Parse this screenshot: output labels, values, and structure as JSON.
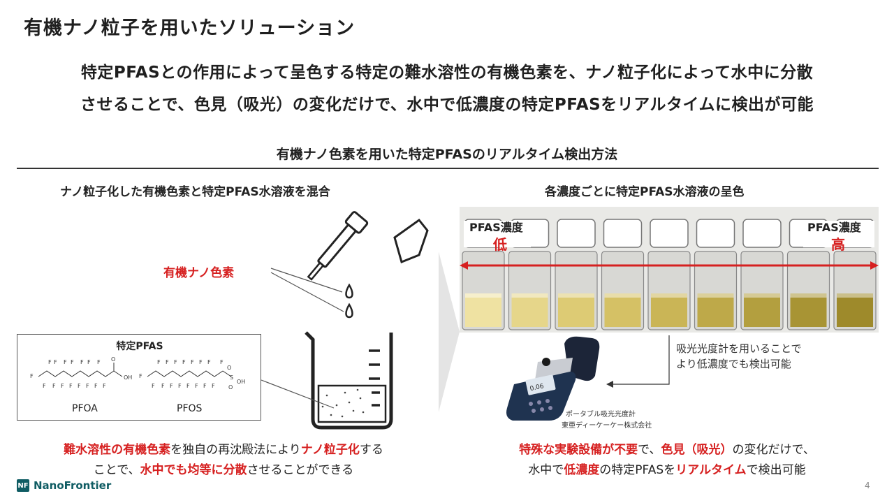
{
  "title": "有機ナノ粒子を用いたソリューション",
  "lead": {
    "line1": "特定PFASとの作用によって呈色する特定の難水溶性の有機色素を、ナノ粒子化によって水中に分散",
    "line2": "させることで、色見（吸光）の変化だけで、水中で低濃度の特定PFASをリアルタイムに検出が可能"
  },
  "section_title": "有機ナノ色素を用いた特定PFASのリアルタイム検出方法",
  "left": {
    "heading": "ナノ粒子化した有機色素と特定PFAS水溶液を混合",
    "dye_label": "有機ナノ色素",
    "pfas_box": {
      "title": "特定PFAS",
      "pfoa_label": "PFOA",
      "pfos_label": "PFOS",
      "f_atom": "F",
      "oh_label": "OH",
      "o_atom": "O",
      "s_atom": "S"
    },
    "caption_line1": {
      "p1": "難水溶性の有機色素",
      "p2": "を独自の再沈殿法により",
      "p3": "ナノ粒子化",
      "p4": "する"
    },
    "caption_line2": {
      "p1": "ことで、",
      "p2": "水中でも均等に分散",
      "p3": "させることができる"
    }
  },
  "right": {
    "heading": "各濃度ごとに特定PFAS水溶液の呈色",
    "low_label_top": "PFAS濃度",
    "low_label": "低",
    "high_label_top": "PFAS濃度",
    "high_label": "高",
    "vial_colors": [
      "#efe2a2",
      "#e6d68a",
      "#ddcb74",
      "#d5c165",
      "#cab556",
      "#bea949",
      "#b39f3f",
      "#a89434",
      "#9e8a2b"
    ],
    "meter_note_line1": "吸光光度計を用いることで",
    "meter_note_line2": "より低濃度でも検出可能",
    "meter_caption1": "ポータブル吸光光度計",
    "meter_caption2": "東亜ディーケーケー株式会社",
    "meter_display": "0.06",
    "caption_line1": {
      "p1": "特殊な実験設備が不要",
      "p2": "で、",
      "p3": "色見（吸光）",
      "p4": "の変化だけで、"
    },
    "caption_line2": {
      "p1": "水中で",
      "p2": "低濃度",
      "p3": "の特定PFASを",
      "p4": "リアルタイム",
      "p5": "で検出可能"
    }
  },
  "footer": {
    "logo_mark": "NF",
    "logo_text": "NanoFrontier",
    "page_number": "4"
  },
  "colors": {
    "accent_red": "#d62020",
    "brand_teal": "#0f5c63"
  }
}
